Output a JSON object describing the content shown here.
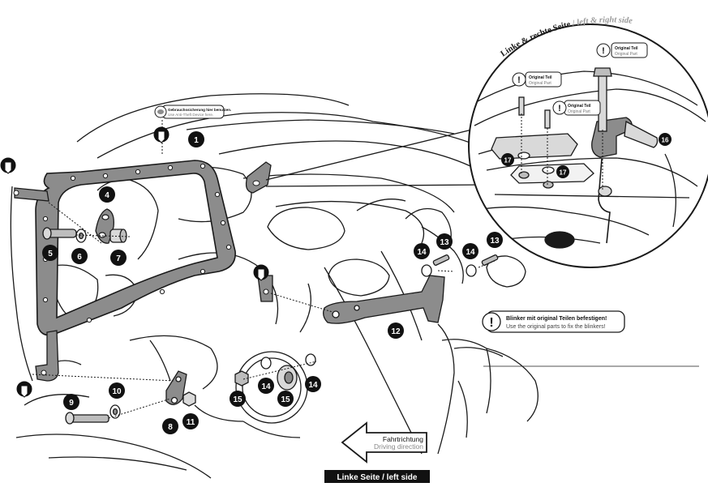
{
  "callouts": {
    "top_arc": "Linke & rechte Seite",
    "top_arc_sep": " / ",
    "top_arc_en": "left & right side",
    "original_part_de": "Original Teil",
    "original_part_en": "Original Part",
    "warning_de": "Blinker mit original Teilen befestigen!",
    "warning_en": "Use the original parts to fix the blinkers!",
    "thread_lock_de": "Gebrauchssicherung hier benutzen.",
    "thread_lock_en": "Use Anti-Theft Device here.",
    "direction_de": "Fahrtrichtung",
    "direction_en": "Driving direction",
    "side_label": "Linke Seite / left side"
  },
  "parts": [
    {
      "id": "p1",
      "label": "1"
    },
    {
      "id": "p4",
      "label": "4"
    },
    {
      "id": "p5",
      "label": "5"
    },
    {
      "id": "p6",
      "label": "6"
    },
    {
      "id": "p7",
      "label": "7"
    },
    {
      "id": "p8",
      "label": "8"
    },
    {
      "id": "p9",
      "label": "9"
    },
    {
      "id": "p10",
      "label": "10"
    },
    {
      "id": "p11",
      "label": "11"
    },
    {
      "id": "p12",
      "label": "12"
    },
    {
      "id": "p13a",
      "label": "13"
    },
    {
      "id": "p13b",
      "label": "13"
    },
    {
      "id": "p14a",
      "label": "14"
    },
    {
      "id": "p14b",
      "label": "14"
    },
    {
      "id": "p14c",
      "label": "14"
    },
    {
      "id": "p14d",
      "label": "14"
    },
    {
      "id": "p15a",
      "label": "15"
    },
    {
      "id": "p15b",
      "label": "15"
    },
    {
      "id": "p16",
      "label": "16"
    },
    {
      "id": "p17a",
      "label": "17"
    },
    {
      "id": "p17b",
      "label": "17"
    }
  ],
  "colors": {
    "line": "#1a1a1a",
    "frame_fill": "#8c8c8c",
    "part_fill": "#9a9a9a",
    "badge": "#111111",
    "bg": "#ffffff"
  }
}
